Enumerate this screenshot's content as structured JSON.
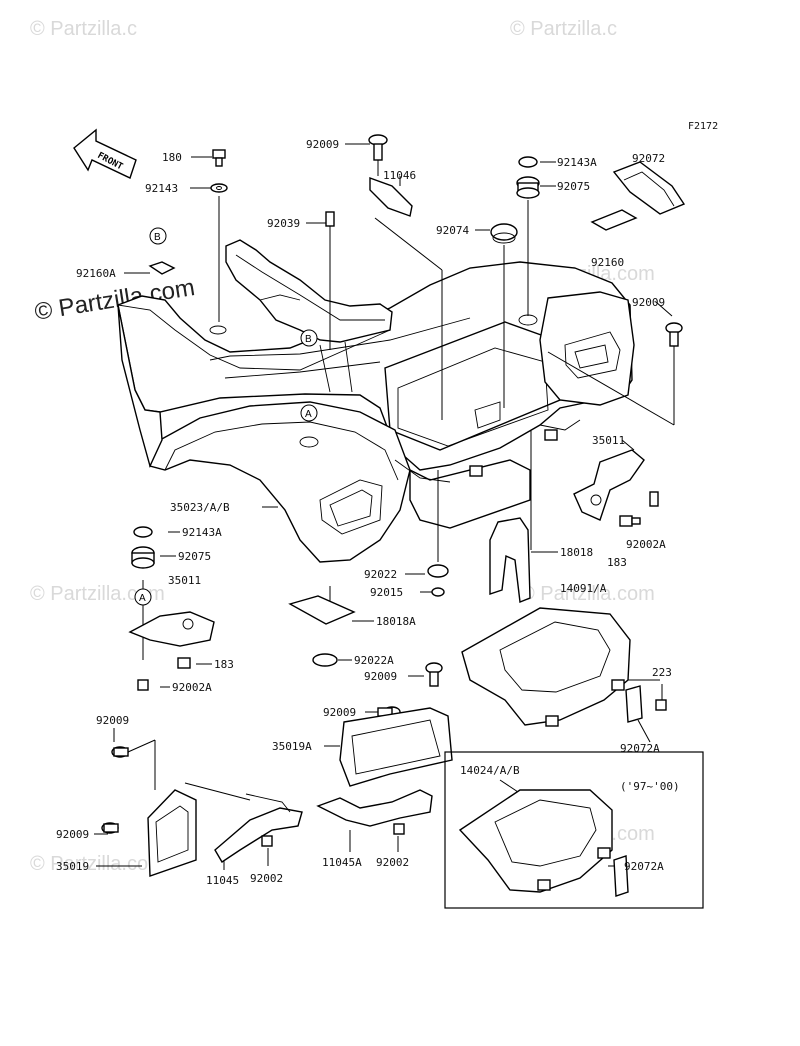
{
  "diagram": {
    "code": "F2172",
    "front_label": "FRONT",
    "watermark": "© Partzilla.com",
    "watermark_small": "© Partzilla.c",
    "year_note": "('97~'00)",
    "callouts": {
      "A": "A",
      "B": "B"
    },
    "labels": [
      "180",
      "92143",
      "92160A",
      "92009",
      "11046",
      "92039",
      "92143A",
      "92075",
      "92072",
      "92074",
      "92160",
      "92009",
      "35011",
      "92002A",
      "183",
      "18018",
      "35023/A/B",
      "92143A",
      "92075",
      "35011",
      "92022",
      "92015",
      "18018A",
      "14091/A",
      "183",
      "92002A",
      "92022A",
      "92009",
      "223",
      "92009",
      "35019A",
      "92072A",
      "92009",
      "14024/A/B",
      "92009",
      "35019",
      "11045",
      "92002",
      "11045A",
      "92002",
      "92072A"
    ]
  }
}
